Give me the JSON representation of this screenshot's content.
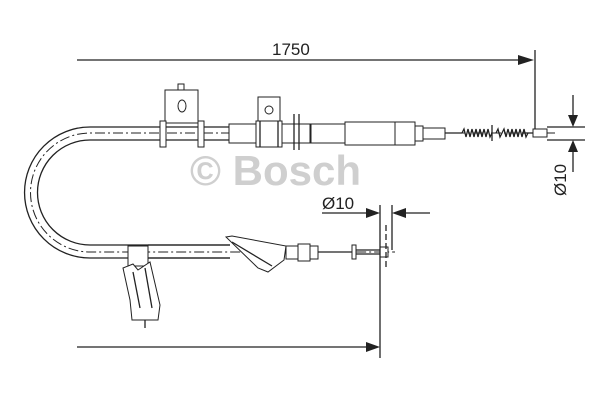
{
  "dimensions": {
    "length": "1750",
    "end_diameter_right": "Ø10",
    "end_diameter_bottom": "Ø10"
  },
  "watermark": "© Bosch",
  "colors": {
    "line": "#222222",
    "watermark": "#cfcfcf"
  }
}
